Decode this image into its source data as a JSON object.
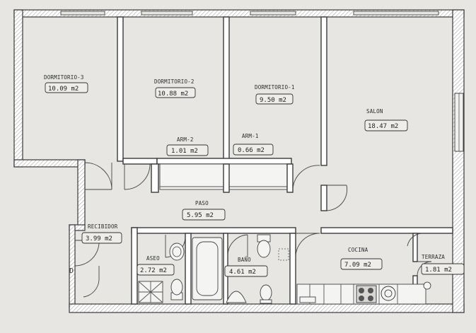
{
  "rooms": [
    {
      "id": "dorm3",
      "name": "DORMITORIO-3",
      "area": "10.09 m2"
    },
    {
      "id": "dorm2",
      "name": "DORMITORIO-2",
      "area": "10.88 m2"
    },
    {
      "id": "dorm1",
      "name": "DORMITORIO-1",
      "area": "9.50 m2"
    },
    {
      "id": "salon",
      "name": "SALON",
      "area": "18.47 m2"
    },
    {
      "id": "arm2",
      "name": "ARM-2",
      "area": "1.01 m2"
    },
    {
      "id": "arm1",
      "name": "ARM-1",
      "area": "0.66 m2"
    },
    {
      "id": "paso",
      "name": "PASO",
      "area": "5.95 m2"
    },
    {
      "id": "recibidor",
      "name": "RECIBIDOR",
      "area": "3.99 m2"
    },
    {
      "id": "aseo",
      "name": "ASEO",
      "area": "2.72 m2"
    },
    {
      "id": "bano",
      "name": "BAÑO",
      "area": "4.61 m2"
    },
    {
      "id": "cocina",
      "name": "COCINA",
      "area": "7.09 m2"
    },
    {
      "id": "terraza",
      "name": "TERRAZA",
      "area": "1.81 m2"
    }
  ],
  "entrance_mark": "D",
  "colors": {
    "paper": "#e7e6e2",
    "wall": "#ffffff",
    "line": "#3a3a3a"
  }
}
